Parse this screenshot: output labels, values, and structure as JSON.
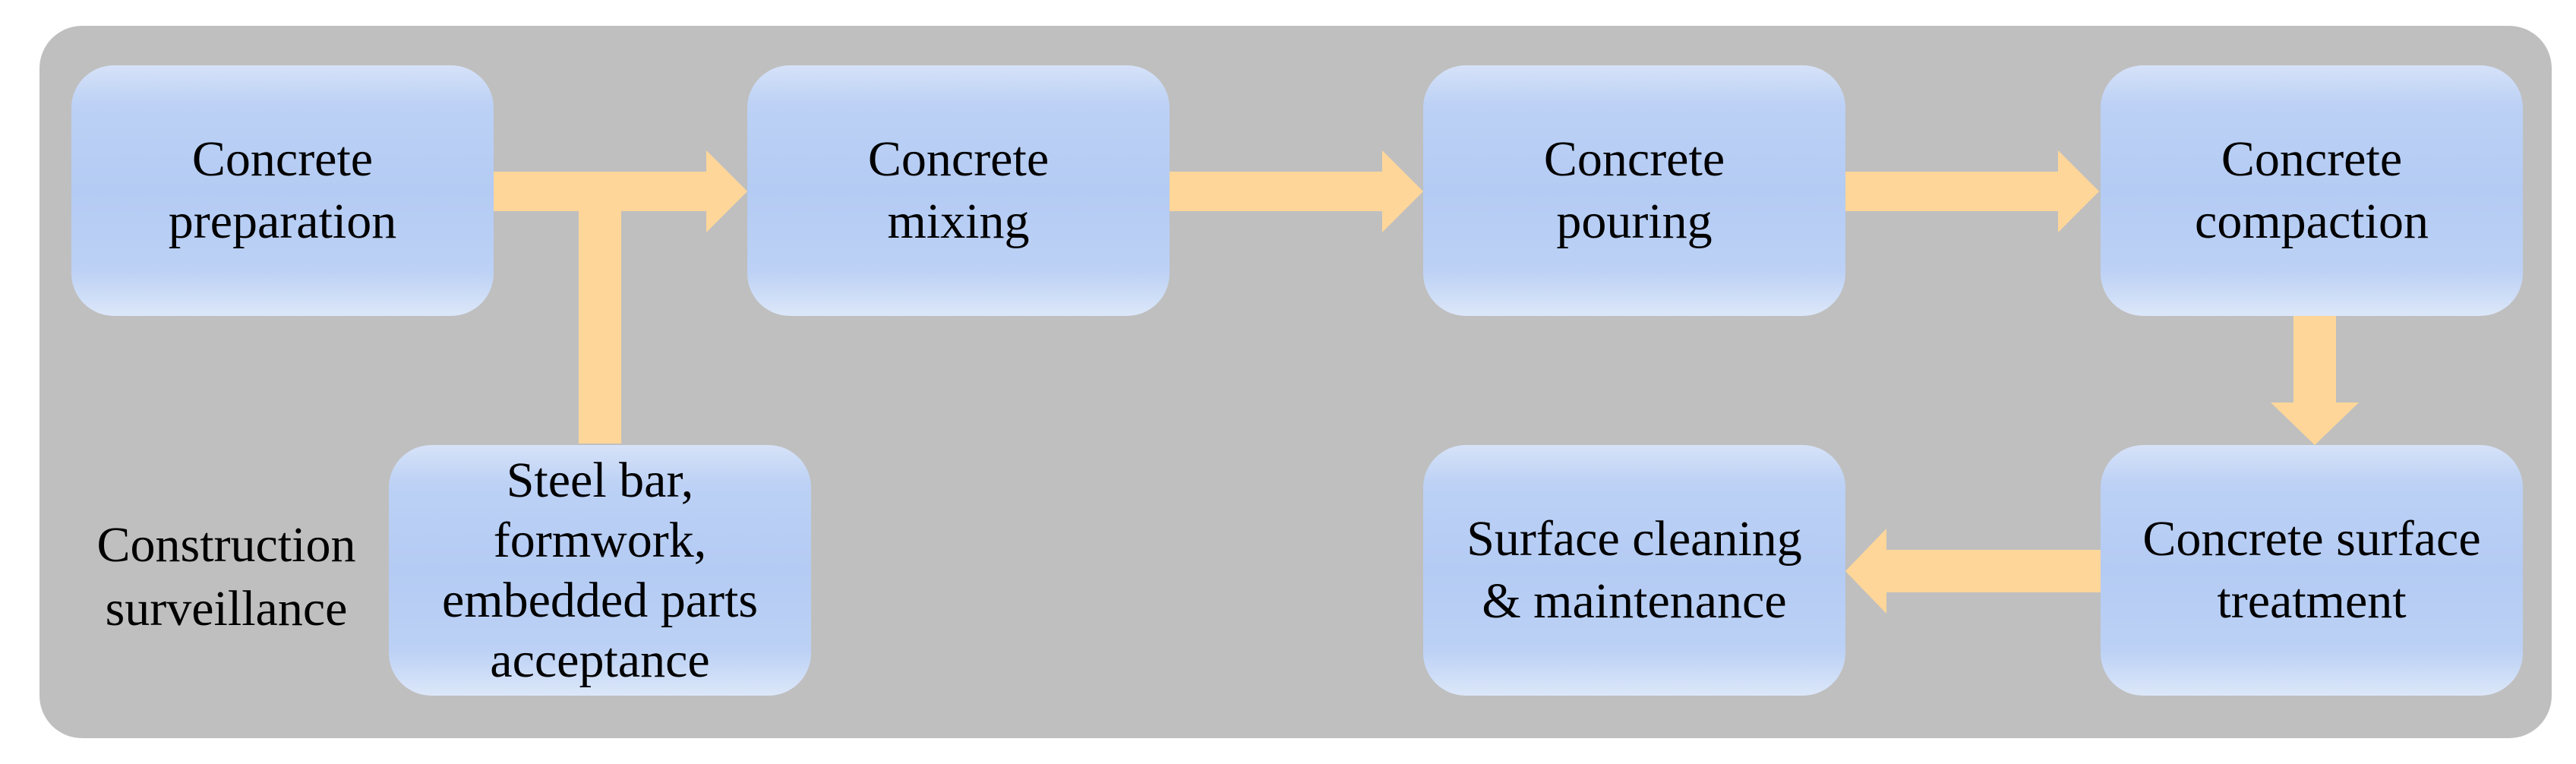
{
  "colors": {
    "panel_background": "#bfbfbf",
    "box_fill": "#b4cbf3",
    "arrow_fill": "#ffd699",
    "text": "#000000"
  },
  "steps": {
    "preparation": "Concrete\npreparation",
    "mixing": "Concrete\nmixing",
    "pouring": "Concrete\npouring",
    "compaction": "Concrete\ncompaction",
    "surface_treatment": "Concrete surface\ntreatment",
    "cleaning": "Surface cleaning\n& maintenance",
    "acceptance": "Steel bar,\nformwork,\nembedded parts\nacceptance"
  },
  "side_label": "Construction\nsurveillance"
}
